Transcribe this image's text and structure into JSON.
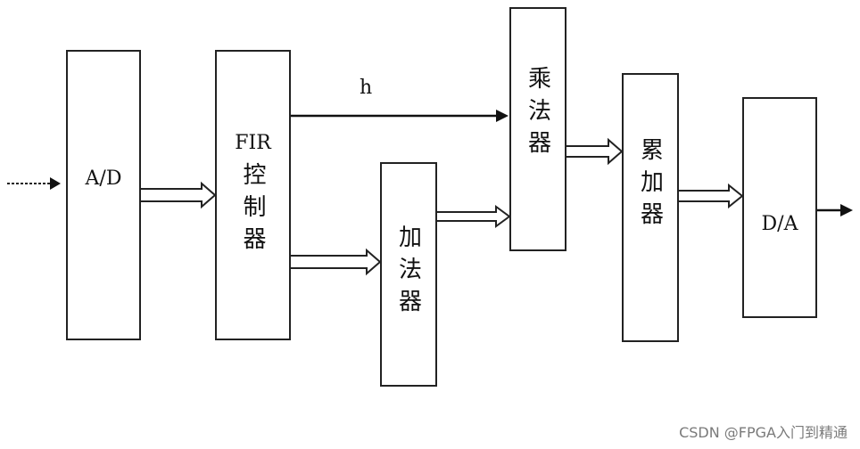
{
  "blocks": {
    "ad": "A/D",
    "fir": "FIR",
    "fir_ctrl": "控制器",
    "adder": "加法器",
    "multiplier": "乘法器",
    "accumulator": "累加器",
    "da": "D/A"
  },
  "edge_labels": {
    "h": "h"
  },
  "watermark": "CSDN @FPGA入门到精通"
}
